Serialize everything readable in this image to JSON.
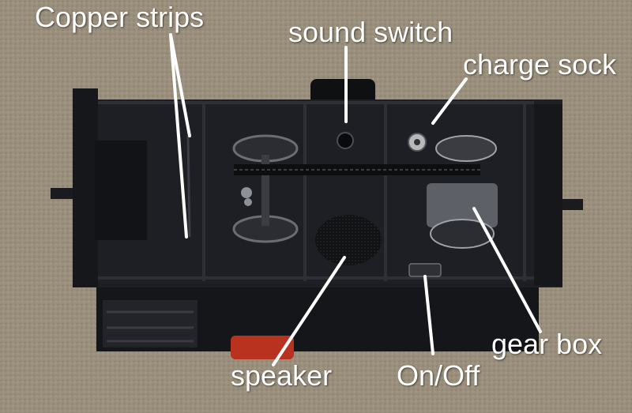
{
  "labels": {
    "copper_strips": "Copper strips",
    "sound_switch": "sound switch",
    "charge_sock": "charge sock",
    "gear_box": "gear box",
    "speaker": "speaker",
    "on_off": "On/Off"
  },
  "colors": {
    "carpet": "#9a8f7c",
    "body": "#1d1f24",
    "annotation": "#ffffff"
  }
}
